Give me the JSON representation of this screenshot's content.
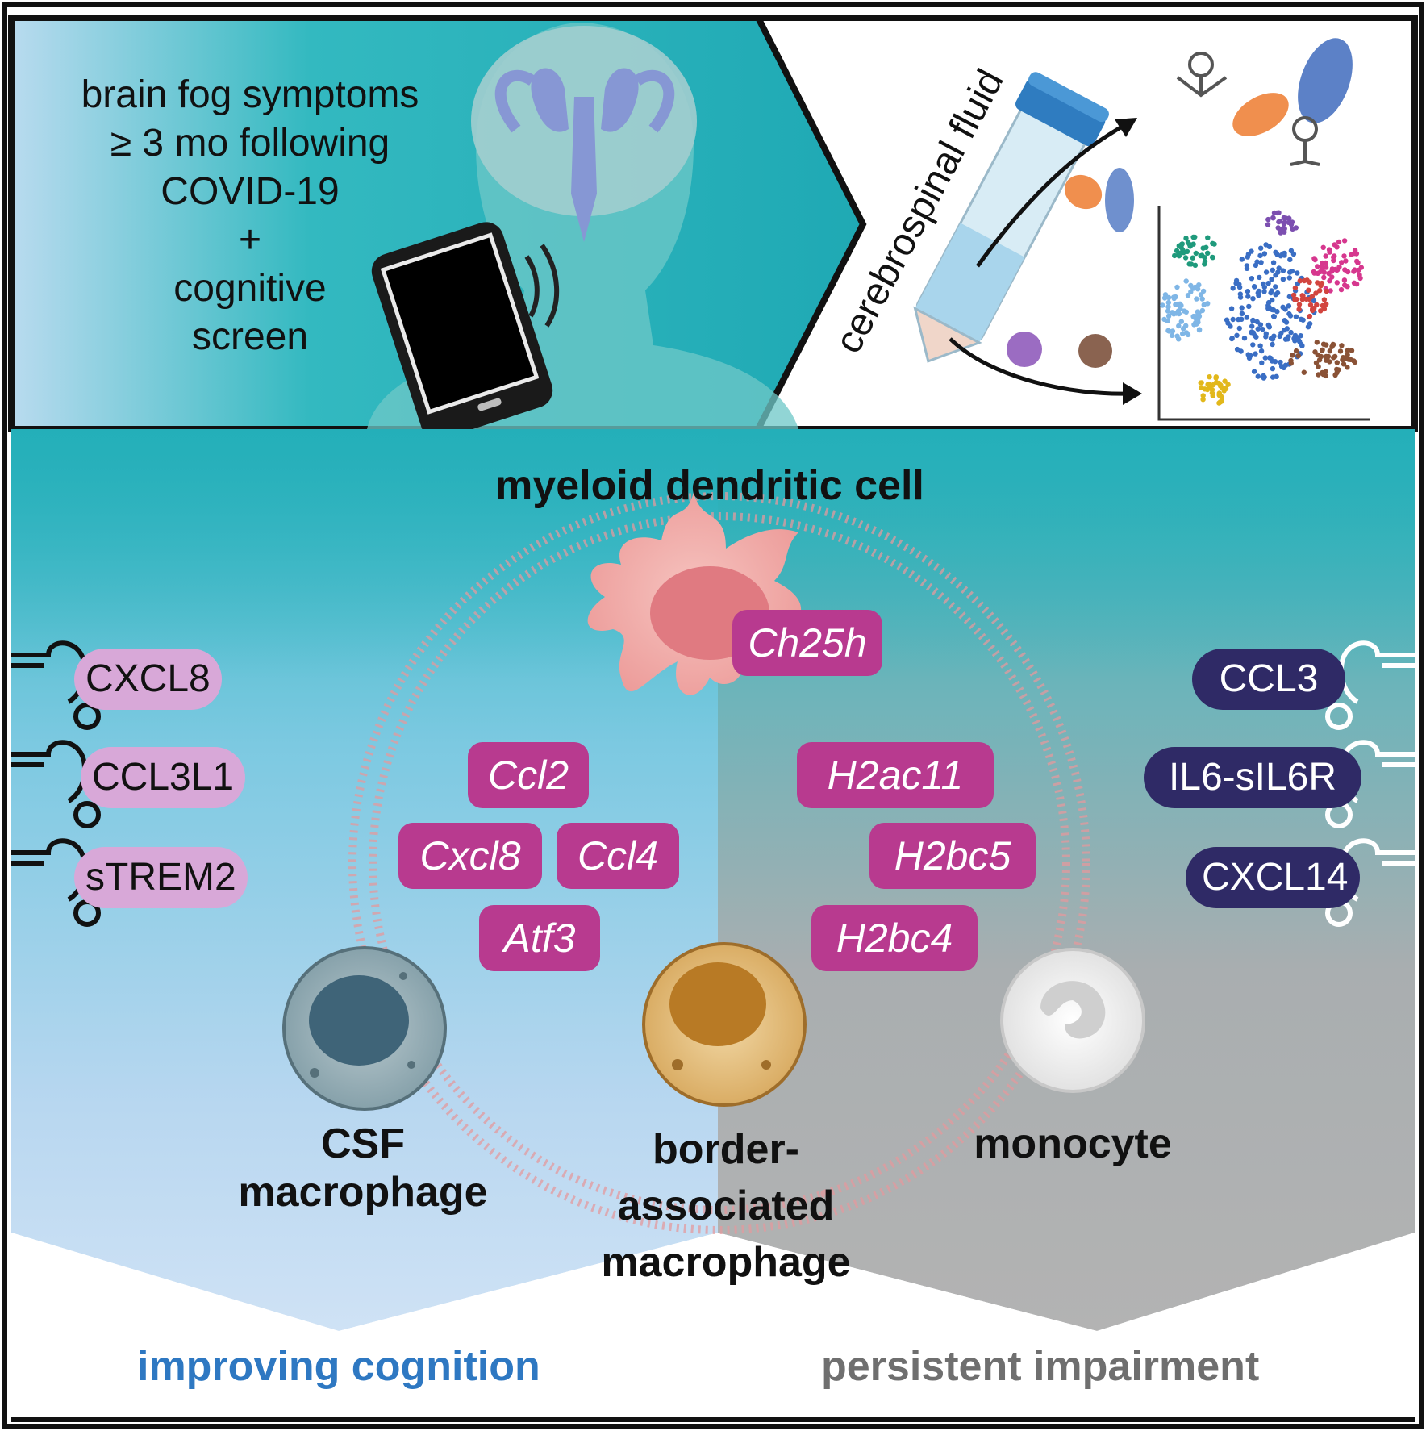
{
  "top": {
    "symptom_lines": [
      "brain fog symptoms",
      "≥ 3 mo following",
      "COVID-19",
      "+",
      "cognitive",
      "screen"
    ],
    "fluid_label": "cerebrospinal fluid"
  },
  "cells": {
    "center_top": "myeloid dendritic cell",
    "left": [
      "CSF",
      "macrophage"
    ],
    "middle": [
      "border-",
      "associated",
      "macrophage"
    ],
    "right": "monocyte"
  },
  "genes": {
    "top": "Ch25h",
    "left": [
      "Ccl2",
      "Cxcl8",
      "Ccl4",
      "Atf3"
    ],
    "right": [
      "H2ac11",
      "H2bc5",
      "H2bc4"
    ]
  },
  "proteins": {
    "left": [
      "CXCL8",
      "CCL3L1",
      "sTREM2"
    ],
    "right": [
      "CCL3",
      "IL6-sIL6R",
      "CXCL14"
    ]
  },
  "outcomes": {
    "left": "improving cognition",
    "right": "persistent impairment"
  },
  "colors": {
    "teal": "#2db6bd",
    "light_blue": "#c6def3",
    "grey": "#b5b5b5",
    "gene_magenta": "#b83a8f",
    "protein_light": "#d8a8d8",
    "protein_dark": "#2f2a66",
    "outcome_left": "#2e78c2",
    "outcome_right": "#6f6f6f"
  }
}
